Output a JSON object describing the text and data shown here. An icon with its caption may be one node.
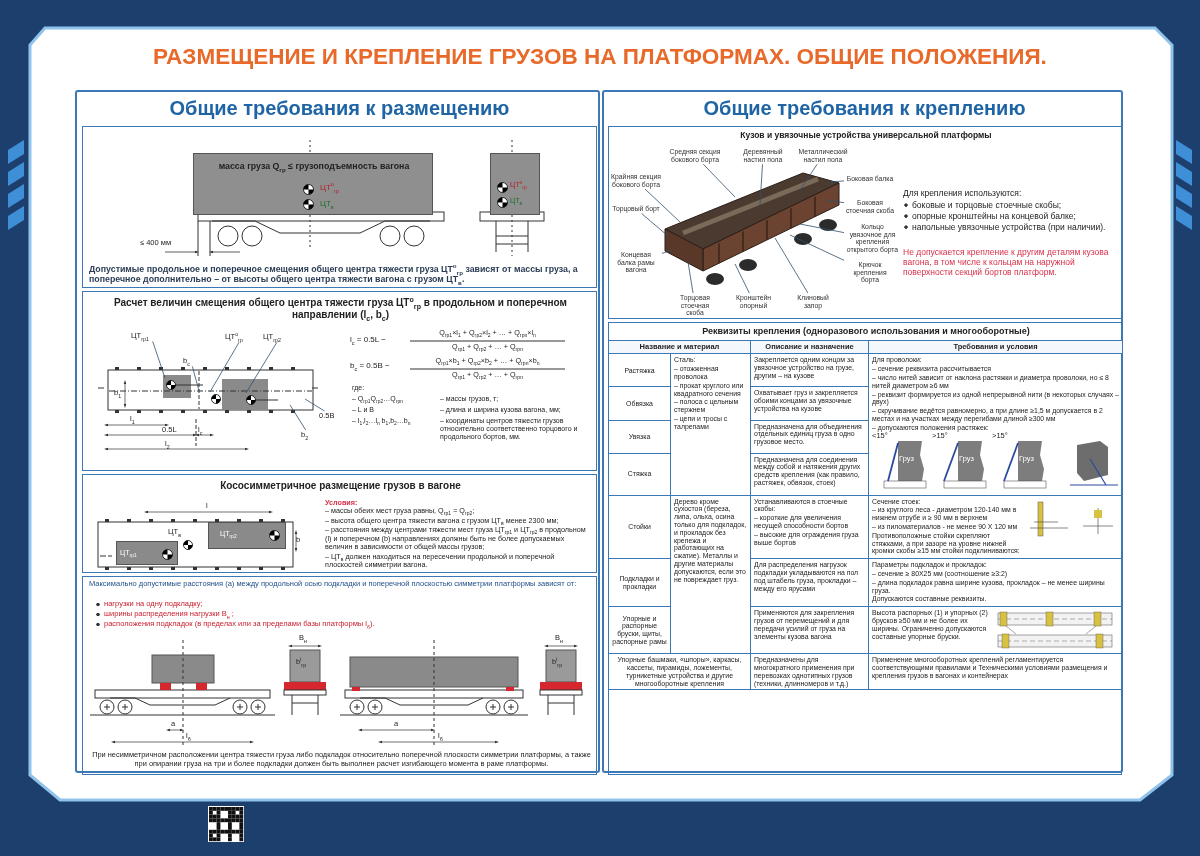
{
  "diagram": {
    "title": "РАЗМЕЩЕНИЕ И КРЕПЛЕНИЕ ГРУЗОВ НА ПЛАТФОРМАХ. ОБЩИЕ ПОЛОЖЕНИЯ.",
    "nodes": [
      {
        "text": [
          "Общие требования к размещению"
        ]
      },
      {
        "text": [
          "Допустимые продольное и поперечное смещения общего центра тяжести груза ЦТ$^{о}$$_{гр}$ зависят от массы груза, а поперечное дополнительно – от высоты общего центра тяжести вагона с грузом ЦТ$_{в}$."
        ],
        "in": 0
      },
      {
        "text": [
          "масса груза Q$_{гр}$ ≤ грузоподъемность вагона",
          "ЦТ$^{о}$$_{гр}$",
          "ЦТ$_{в}$"
        ],
        "in": 1
      },
      {
        "text": [
          "ЦТ$^{о}$$_{гр}$",
          "ЦТ$_{в}$"
        ],
        "in": 1
      },
      {
        "text": [
          "Расчет величин смещения общего центра тяжести груза ЦТ$^{о}$$_{гр}$ в продольном и поперечном направлении (l$_{c}$, b$_{c}$)"
        ],
        "in": 0
      },
      {
        "text": [
          "ЦТ$_{гр1}$"
        ],
        "in": 4
      },
      {
        "text": [
          "b$_{c}$"
        ],
        "in": 4
      },
      {
        "text": [
          "ЦТ$^{о}$$_{гр}$"
        ],
        "in": 4
      },
      {
        "text": [
          "ЦТ$_{гр2}$"
        ],
        "in": 4
      },
      {
        "text": [
          "0.5B"
        ],
        "in": 4
      },
      {
        "text": [
          "b$_{2}$"
        ],
        "in": 4
      },
      {
        "text": [
          "Кососимметричное размещение грузов в вагоне",
          "Условия:",
          "– массы обеих мест груза равны,  Q$_{гр1}$ = Q$_{гр2}$;",
          "– высота общего центра тяжести вагона с грузом ЦТ$_{в}$ менее 2300 мм;",
          "– расстояния между центрами тяжести мест груза ЦТ$_{гр1}$  и ЦТ$_{гр2}$ в продольном (l)  и поперечном (b) направлениях должны быть не более допускаемых величин  в зависимости от общей массы грузов;",
          "– ЦТ$_{в}$ должен находиться на пересечении продольной и поперечной плоскостей симметрии вагона."
        ],
        "in": 0
      },
      {
        "text": [
          "ЦТ$_{гр1}$"
        ],
        "in": 11
      },
      {
        "text": [
          "ЦТ$_{гр2}$"
        ],
        "in": 11
      },
      {
        "text": [
          "Максимально допустимые расстояния (а) между продольной осью подкладки и поперечной плоскостью симметрии платформы зависят от:",
          "нагрузки на одну подкладку;",
          "ширины распределения нагрузки B$_{н}$ ;",
          "расположения подкладок (в пределах или за пределами базы платформы l$_{б}$).",
          "При несимметричном расположении центра тяжести груза либо подкладок относительно поперечной плоскости симметрии платформы, а также при опирании груза на три и более подкладки должен быть выполнен расчет изгибающего момента в раме платформы."
        ],
        "in": 0
      },
      {
        "text": [
          "Общие требования к креплению"
        ]
      },
      {
        "text": [
          "Кузов и увязочные устройства универсальной платформы",
          "Для крепления используются:",
          "боковые и торцовые стоечные скобы;",
          "опорные кронштейны на концевой балке;",
          "напольные увязочные устройства (при наличии).",
          "Не допускается крепление к другим деталям кузова вагона, в том числе к кольцам на наружной поверхности секций бортов платформ."
        ],
        "in": 15
      },
      {
        "text": [
          "Средняя секция бокового борта"
        ],
        "in": 16
      },
      {
        "text": [
          "Деревянный настил пола"
        ],
        "in": 16
      },
      {
        "text": [
          "Металлический настил пола"
        ],
        "in": 16
      },
      {
        "text": [
          "Крайняя секция бокового борта"
        ],
        "in": 16
      },
      {
        "text": [
          "Боковая балка"
        ],
        "in": 16
      },
      {
        "text": [
          "Торцовый борт"
        ],
        "in": 16
      },
      {
        "text": [
          "Боковая стоечная скоба"
        ],
        "in": 16
      },
      {
        "text": [
          "Кольцо увязочное для крепления открытого борта"
        ],
        "in": 16
      },
      {
        "text": [
          "Концевая балка рамы вагона"
        ],
        "in": 16
      },
      {
        "text": [
          "Крючок крепления борта"
        ],
        "in": 16
      },
      {
        "text": [
          "Клиновый запор"
        ],
        "in": 16
      },
      {
        "text": [
          "Торцовая стоечная скоба"
        ],
        "in": 16
      },
      {
        "text": [
          "Кронштейн опорный"
        ],
        "in": 16
      },
      {
        "text": [
          "Реквизиты крепления (одноразового использования и  многооборотные)"
        ],
        "in": 15
      },
      {
        "text": [],
        "shape": "picture",
        "in": 4
      },
      {
        "text": [],
        "shape": "picture",
        "in": 16
      }
    ],
    "edges": [
      {
        "from": 5,
        "to": 31,
        "arrow": "none"
      },
      {
        "from": 6,
        "to": 31,
        "arrow": "none"
      },
      {
        "from": 7,
        "to": 31,
        "arrow": "none"
      },
      {
        "from": 8,
        "to": 31,
        "arrow": "none"
      },
      {
        "from": 9,
        "to": 31,
        "arrow": "none"
      },
      {
        "from": 10,
        "to": 31,
        "arrow": "none"
      },
      {
        "from": 17,
        "to": 32,
        "arrow": "none"
      },
      {
        "from": 18,
        "to": 32,
        "arrow": "none"
      },
      {
        "from": 19,
        "to": 32,
        "arrow": "none"
      },
      {
        "from": 20,
        "to": 32,
        "arrow": "none"
      },
      {
        "from": 21,
        "to": 32,
        "arrow": "none"
      },
      {
        "from": 22,
        "to": 32,
        "arrow": "none"
      },
      {
        "from": 23,
        "to": 32,
        "arrow": "none"
      },
      {
        "from": 24,
        "to": 32,
        "arrow": "none"
      },
      {
        "from": 25,
        "to": 32,
        "arrow": "none"
      },
      {
        "from": 26,
        "to": 32,
        "arrow": "none"
      },
      {
        "from": 27,
        "to": 32,
        "arrow": "none"
      },
      {
        "from": 28,
        "to": 32,
        "arrow": "none"
      },
      {
        "from": 29,
        "to": 32,
        "arrow": "none"
      }
    ],
    "labels": [
      "≤ 400 мм",
      "b$_{1}$",
      "l$_{1}$",
      "0.5L",
      "l$_{c}$",
      "l$_{2}$",
      "l$_{c}$ = 0.5L −",
      "Q$_{гр1}$×l$_{1}$ + Q$_{гр2}$×l$_{2}$ + … + Q$_{грn}$×l$_{n}$",
      "Q$_{гр1}$ + Q$_{гр2}$ + … + Q$_{грn}$",
      "b$_{c}$ = 0.5B −",
      "Q$_{гр1}$×b$_{1}$ + Q$_{гр2}$×b$_{2}$ + … + Q$_{грn}$×b$_{n}$",
      "Q$_{гр1}$ + Q$_{гр2}$ + … + Q$_{грn}$",
      "где:",
      "– Q$_{гр1}$Q$_{гр2}$…Q$_{грn}$",
      "– массы грузов, т;",
      "– L и B",
      "– длина и ширина кузова вагона, мм;",
      "– l$_{1}$,l$_{2}$…l$_{n}$ b$_{1}$,b$_{2}$…b$_{n}$",
      "– координаты центров тяжести грузов относительно соответственно торцового и продольного бортов, мм.",
      "l",
      "ЦТ$_{в}$",
      "b",
      "a",
      "l$_{б}$",
      "B$_{н}$",
      "b$^{i}$$_{гр}$",
      "a",
      "l$_{б}$",
      "B$_{н}$",
      "b$^{i}$$_{гр}$",
      "Название и материал",
      "Описание и назначение",
      "Требования и условия",
      "Растяжка",
      "Сталь:",
      "– отожженная проволока",
      "– прокат круглого или квадратного сечения",
      "– полоса с цельным стержнем",
      "– цепи и тросы с талрепами",
      "Закрепляется одним концом за увязочное устройство на грузе, другим – на кузове",
      "Для проволоки:",
      "– сечение реквизита  рассчитывается",
      "– число нитей зависит от наклона растяжки и диаметра проволоки, но ≤ 8 нитей диаметром ≥6 мм",
      "– реквизит  формируется из  одной непрерывной нити (в некоторых случаях – двух)",
      "– скручивание ведётся равномерно, а при длине ≥1,5 м допускается в 2 местах и на участках между перегибами длиной ≥300 мм",
      "– допускаются положения растяжек:",
      "<15°",
      "Груз",
      ">15°",
      "Груз",
      ">15°",
      "Груз",
      "Обвязка",
      "Охватывает груз и закрепляется обоими концами за увязочные устройства на кузове",
      "Увязка",
      "Предназначена для объединения отдельных единиц груза в одно грузовое место.",
      "Стяжка",
      "Предназначена для соединения между собой и натяжения других средств крепления (как правило, растяжек, обвязок, стоек)",
      "Стойки",
      "Дерево кроме сухостоя (береза, липа, ольха, осина только для подкладок, и прокладок без крепежа и работающих на сжатие). Металлы и другие материалы допускаются,  если это не повреждает груз.",
      "Устанавливаются в стоечные скобы:",
      "– короткие для увеличения несущей способности бортов",
      "– высокие для ограждения груза выше  бортов",
      "Сечение стоек:",
      "– из круглого леса  - диаметром 120-140 мм в нижнем отрубе и ≥ 90 мм в верхнем",
      "– из пиломатериалов - не менее 90 Х 120 мм",
      "Противоположные стойки скрепляют стяжками, а при зазоре на уровне нижней кромки скобы ≥15 мм стойки подклиниваются:",
      "Подкладки и прокладки",
      "Для распределения нагрузок подкладки укладываются на пол под штабель груза, прокладки – между его ярусами",
      "Параметры подкладок и прокладок:",
      "– сечение  ≥ 80Х25 мм (соотношение ≥3:2)",
      "– длина подкладок равна ширине кузова, прокладок – не менее ширины груза.",
      "Допускаются составные реквизиты.",
      "Упорные и распорные бруски, щиты, распорные рамы",
      "Применяются для закрепления грузов от перемещений и для передачи усилий от груза на элементы кузова вагона",
      "Высота распорных (1) и упорных (2) брусков ≥50 мм и не более их ширины. Ограниченно допускаются составные упорные бруски.",
      "Упорные башмаки, «шпоры», каркасы, кассеты, пирамиды, ложементы, турникетные устройства и другие многооборотные крепления",
      "Предназначены для многократного применения при перевозках однотипных грузов (техники, длинномеров и т.д.)",
      "Применение многооборотных креплений регламентируется соответствующими правилами и Техническими условиями размещения и крепления грузов в вагонах и контейнерах"
    ]
  }
}
